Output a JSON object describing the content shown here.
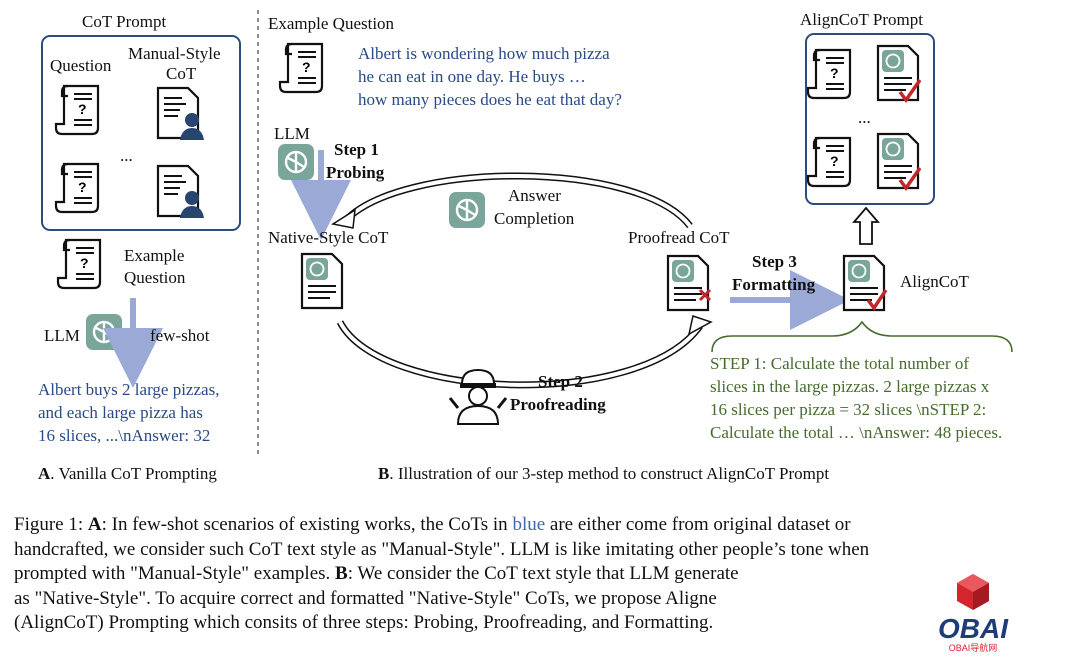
{
  "panel_a": {
    "prompt_title": "CoT Prompt",
    "question_label": "Question",
    "manual_style_label_1": "Manual-Style",
    "manual_style_label_2": "CoT",
    "ellipsis": "...",
    "example_question_1": "Example",
    "example_question_2": "Question",
    "llm_label": "LLM",
    "few_shot_label": "few-shot",
    "answer_lines": [
      "Albert buys 2 large pizzas,",
      "and each large pizza has",
      "16 slices, ...\\nAnswer: 32"
    ],
    "caption_letter": "A",
    "caption_text": ". Vanilla CoT Prompting"
  },
  "panel_b": {
    "example_question_title": "Example Question",
    "question_lines": [
      "Albert is wondering how much pizza",
      "he can eat in one day. He buys …",
      "how many pieces does he eat that day?"
    ],
    "llm_label": "LLM",
    "step1_title": "Step 1",
    "step1_name": "Probing",
    "answer_completion_1": "Answer",
    "answer_completion_2": "Completion",
    "native_style_label": "Native-Style CoT",
    "proofread_label": "Proofread CoT",
    "step2_title": "Step 2",
    "step2_name": "Proofreading",
    "step3_title": "Step 3",
    "step3_name": "Formatting",
    "aligncot_label": "AlignCoT",
    "aligncot_prompt_title": "AlignCoT Prompt",
    "ellipsis": "...",
    "output_lines": [
      "STEP 1: Calculate the total number of",
      "slices in the large pizzas. 2 large pizzas x",
      "16 slices per pizza = 32 slices \\nSTEP 2:",
      "Calculate the total … \\nAnswer: 48 pieces."
    ],
    "caption_letter": "B",
    "caption_text": ". Illustration of our 3-step method to construct AlignCoT Prompt"
  },
  "figure_caption": {
    "line1_prefix": "Figure 1: ",
    "line1_bold": "A",
    "line1_mid": ": In few-shot scenarios of existing works, the CoTs in ",
    "line1_blue": "blue",
    "line1_end": " are either come from original dataset or",
    "line2": "handcrafted, we consider such CoT text style as \"Manual-Style\". LLM is like imitating other people’s tone when",
    "line3_prefix": "prompted with \"Manual-Style\" examples. ",
    "line3_bold": "B",
    "line3_end": ": We consider the CoT text style that LLM generate",
    "line4": "as \"Native-Style\". To acquire correct and formatted \"Native-Style\" CoTs, we propose Aligne",
    "line5": "(AlignCoT) Prompting which consits of three steps: Probing, Proofreading, and Formatting."
  },
  "watermark": {
    "text": "OBAI",
    "subtext": "OBAI导航网",
    "colors": {
      "red": "#d4252d",
      "blue": "#1f3c7a"
    }
  },
  "colors": {
    "frame": "#2c4d7c",
    "arrow_blue": "#9aa9d6",
    "text_blue": "#2a4a85",
    "text_green": "#476b2e",
    "icon_teal": "#7aa59a",
    "check_red": "#c0282c"
  }
}
